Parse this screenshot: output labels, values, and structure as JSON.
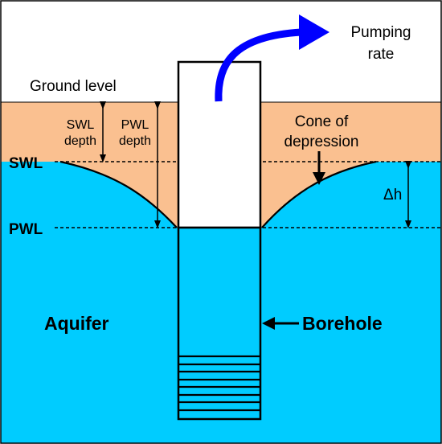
{
  "labels": {
    "pumping_rate_line1": "Pumping",
    "pumping_rate_line2": "rate",
    "ground_level": "Ground level",
    "swl_depth_line1": "SWL",
    "swl_depth_line2": "depth",
    "pwl_depth_line1": "PWL",
    "pwl_depth_line2": "depth",
    "cone_line1": "Cone of",
    "cone_line2": "depression",
    "swl": "SWL",
    "pwl": "PWL",
    "delta_h": "Δh",
    "aquifer": "Aquifer",
    "borehole": "Borehole"
  },
  "colors": {
    "soil": "#FAC090",
    "water": "#00CCFF",
    "arrow": "#0000FF",
    "line": "#000000",
    "sky": "#FFFFFF"
  }
}
